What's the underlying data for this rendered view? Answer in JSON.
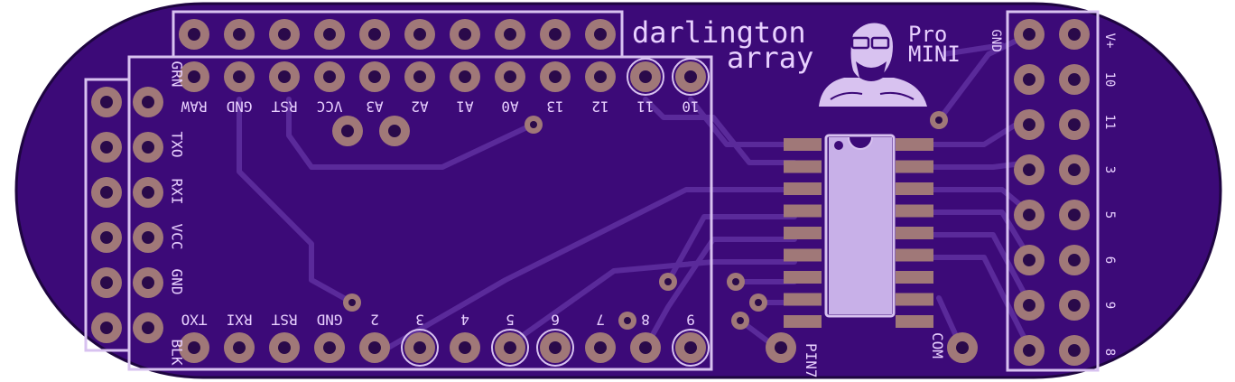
{
  "colors": {
    "background": "#ffffff",
    "board": "#3c0a78",
    "board_edge": "#1e0540",
    "trace": "#5a2a9a",
    "silkscreen": "#d8c2f0",
    "pad": "#a07878",
    "pad_inner": "#2a0a4a",
    "chip_body": "#c8b0e8"
  },
  "title": {
    "line1": "darlington",
    "line2": "array",
    "pro_line1": "Pro",
    "pro_line2": "MINI"
  },
  "logo_icon": "bearded-face-portrait-icon",
  "top_header_labels": [
    "RAW",
    "GND",
    "RST",
    "VCC",
    "A3",
    "A2",
    "A1",
    "A0",
    "13",
    "12",
    "11",
    "10"
  ],
  "bottom_header_labels": [
    "TXO",
    "RXI",
    "RST",
    "GND",
    "2",
    "3",
    "4",
    "5",
    "6",
    "7",
    "8",
    "9"
  ],
  "left_header_labels": [
    "GRN",
    "TXO",
    "RXI",
    "VCC",
    "GND",
    "BLK"
  ],
  "right_header_labels": [
    "GND",
    "V+",
    "10",
    "11",
    "3",
    "5",
    "6",
    "9",
    "8"
  ],
  "pin7_label": "PIN7",
  "com_label": "COM"
}
